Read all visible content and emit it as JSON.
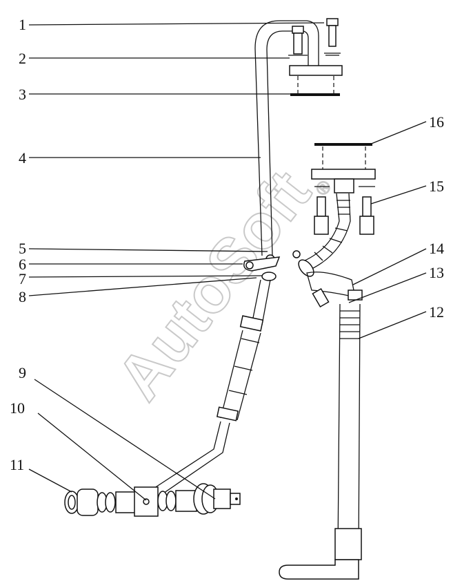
{
  "diagram": {
    "callouts": [
      {
        "label": "1"
      },
      {
        "label": "2"
      },
      {
        "label": "3"
      },
      {
        "label": "4"
      },
      {
        "label": "5"
      },
      {
        "label": "6"
      },
      {
        "label": "7"
      },
      {
        "label": "8"
      },
      {
        "label": "9"
      },
      {
        "label": "10"
      },
      {
        "label": "11"
      },
      {
        "label": "12"
      },
      {
        "label": "13"
      },
      {
        "label": "14"
      },
      {
        "label": "15"
      },
      {
        "label": "16"
      }
    ],
    "watermark": {
      "text": "AutoSoft",
      "mark": "®"
    },
    "colors": {
      "line": "#111111",
      "watermark": "#c9c9c9",
      "background": "#ffffff"
    }
  }
}
